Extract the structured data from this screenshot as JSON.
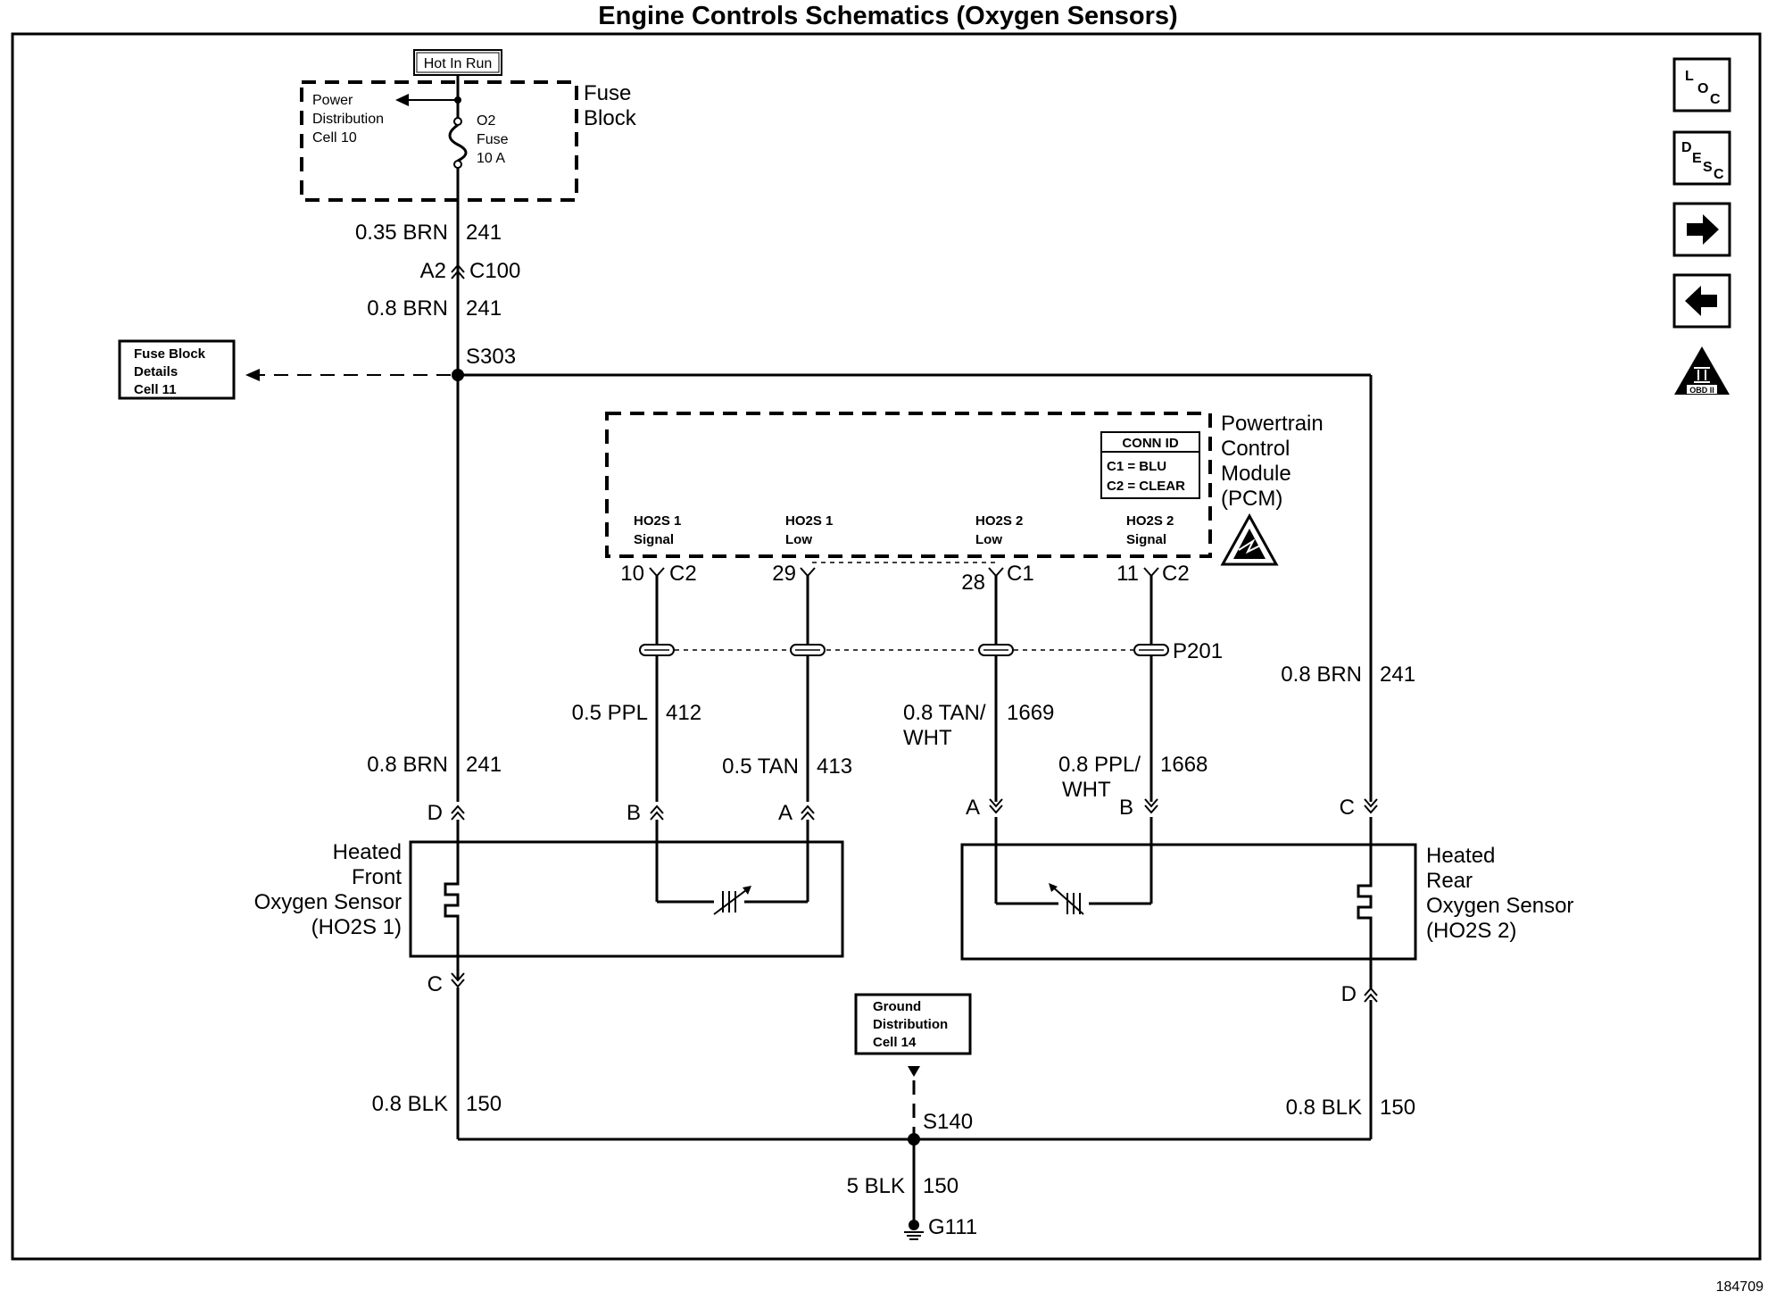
{
  "title": "Engine Controls Schematics (Oxygen Sensors)",
  "figure_id": "184709",
  "power": {
    "hot_in_run": "Hot In Run",
    "power_distribution": [
      "Power",
      "Distribution",
      "Cell 10"
    ],
    "fuse": [
      "O2",
      "Fuse",
      "10 A"
    ],
    "fuse_block": [
      "Fuse",
      "Block"
    ]
  },
  "fuse_block_details": [
    "Fuse Block",
    "Details",
    "Cell 11"
  ],
  "wires": {
    "top": {
      "gauge": "0.35 BRN",
      "circuit": "241"
    },
    "after_c100": {
      "gauge": "0.8 BRN",
      "circuit": "241"
    },
    "left_vertical": {
      "gauge": "0.8 BRN",
      "circuit": "241"
    },
    "right_vertical": {
      "gauge": "0.8 BRN",
      "circuit": "241"
    },
    "ppl_412": {
      "gauge": "0.5 PPL",
      "circuit": "412"
    },
    "tan_413": {
      "gauge": "0.5 TAN",
      "circuit": "413"
    },
    "tan_wht": {
      "gauge": [
        "0.8 TAN/",
        "WHT"
      ],
      "circuit": "1669"
    },
    "ppl_wht": {
      "gauge": [
        "0.8 PPL/",
        "WHT"
      ],
      "circuit": "1668"
    },
    "blk_left": {
      "gauge": "0.8 BLK",
      "circuit": "150"
    },
    "blk_right": {
      "gauge": "0.8 BLK",
      "circuit": "150"
    },
    "blk_ground": {
      "gauge": "5 BLK",
      "circuit": "150"
    }
  },
  "connectors": {
    "c100": {
      "pin": "A2",
      "name": "C100"
    },
    "s303": "S303",
    "s140": "S140",
    "g111": "G111",
    "p201": "P201"
  },
  "pcm": {
    "name": [
      "Powertrain",
      "Control",
      "Module",
      "(PCM)"
    ],
    "conn_id": {
      "title": "CONN ID",
      "c1": "C1 = BLU",
      "c2": "C2 = CLEAR"
    },
    "pins": [
      {
        "label": [
          "HO2S 1",
          "Signal"
        ],
        "pin": "10",
        "conn": "C2"
      },
      {
        "label": [
          "HO2S 1",
          "Low"
        ],
        "pin": "29",
        "conn": ""
      },
      {
        "label": [
          "HO2S 2",
          "Low"
        ],
        "pin": "28",
        "conn": "C1"
      },
      {
        "label": [
          "HO2S 2",
          "Signal"
        ],
        "pin": "11",
        "conn": "C2"
      }
    ]
  },
  "front_sensor": {
    "name": [
      "Heated",
      "Front",
      "Oxygen Sensor",
      "(HO2S 1)"
    ],
    "pins": {
      "d": "D",
      "b": "B",
      "a": "A",
      "c": "C"
    }
  },
  "rear_sensor": {
    "name": [
      "Heated",
      "Rear",
      "Oxygen Sensor",
      "(HO2S 2)"
    ],
    "pins": {
      "a": "A",
      "b": "B",
      "c": "C",
      "d": "D"
    }
  },
  "ground_distribution": [
    "Ground",
    "Distribution",
    "Cell 14"
  ],
  "nav_icons": [
    {
      "icon": "loc-icon",
      "letters": [
        "L",
        "O",
        "C"
      ]
    },
    {
      "icon": "desc-icon",
      "letters": [
        "D",
        "E",
        "S",
        "C"
      ]
    },
    {
      "icon": "arrow-right-icon"
    },
    {
      "icon": "arrow-left-icon"
    },
    {
      "icon": "obd-ii-icon",
      "text": "OBD II"
    }
  ]
}
